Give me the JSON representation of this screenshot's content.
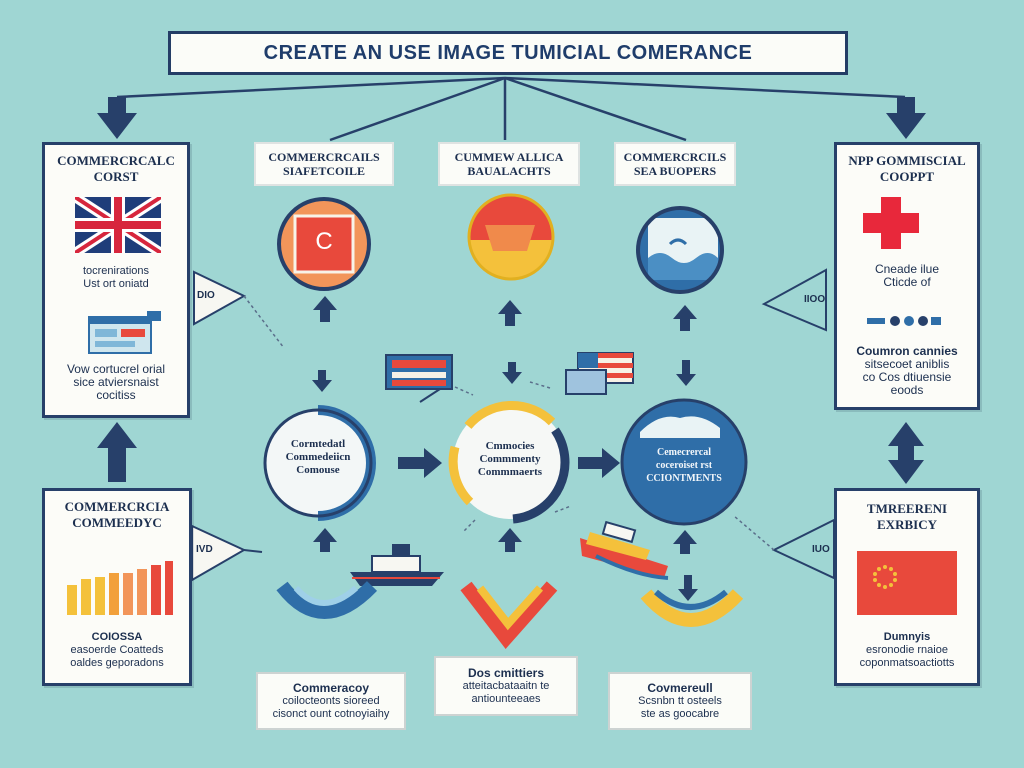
{
  "title": "CREATE  AN    USE IMAGE TUMICIAL COMERANCE",
  "left_top_panel": {
    "heading": [
      "COMMERCRCALC",
      "CORST"
    ],
    "line1": [
      "tocrenirations",
      "Ust ort oniatd"
    ],
    "line2": [
      "Vow cortucrel orial",
      "sice atviersnaist",
      "cocitiss"
    ]
  },
  "left_bottom_panel": {
    "heading": [
      "COMMERCRCIA",
      "COMMEEDYC"
    ],
    "line1": [
      "COIOSSA",
      "easoerde Coatteds",
      "oaldes geporadons"
    ]
  },
  "right_top_panel": {
    "heading": [
      "NPP GOMMISCIAL",
      "COOPPT"
    ],
    "line1": [
      "Cneade ilue",
      "Cticde of"
    ],
    "line2": [
      "Coumron cannies",
      "sitsecoet aniblis",
      "co Cos dtiuensie",
      "eoods"
    ]
  },
  "right_bottom_panel": {
    "heading": [
      "TMREERENI",
      "EXRBICY"
    ],
    "line1": [
      "Dumnyis",
      "esronodie rnaioe",
      "coponmatsoactiotts"
    ]
  },
  "top_labels": [
    [
      "COMMERCRCAILS",
      "SIAFETCOILE"
    ],
    [
      "CUMMEW ALLICA",
      "BAUALACHTS"
    ],
    [
      "COMMERCRCILS",
      "SEA BUOPERS"
    ]
  ],
  "nodes": [
    [
      "Cormtedatl",
      "Commedeiicn",
      "Comouse"
    ],
    [
      "Cmmocies",
      "Commmenty",
      "Commmaerts"
    ],
    [
      "Cemecrercal",
      "coceroiset rst",
      "CCIONTMENTS"
    ]
  ],
  "bottom_notes": [
    [
      "Commeracoy",
      "coilocteonts sioreed",
      "cisonct ount cotnoyiaihy"
    ],
    [
      "Dos cmittiers",
      "atteitacbataaitn te",
      "antiounteeaes"
    ],
    [
      "Covmereull",
      "Scsnbn tt osteels",
      "ste as goocabre"
    ]
  ],
  "tri_labels": [
    "DIO",
    "IVD",
    "IIOO",
    "IUO"
  ],
  "badge_letter": "C",
  "colors": {
    "background": "#9fd6d3",
    "navy": "#27406a",
    "blue": "#2f6ea8",
    "yellow": "#f4c13b",
    "red": "#e8493c",
    "orange": "#f2955a"
  }
}
